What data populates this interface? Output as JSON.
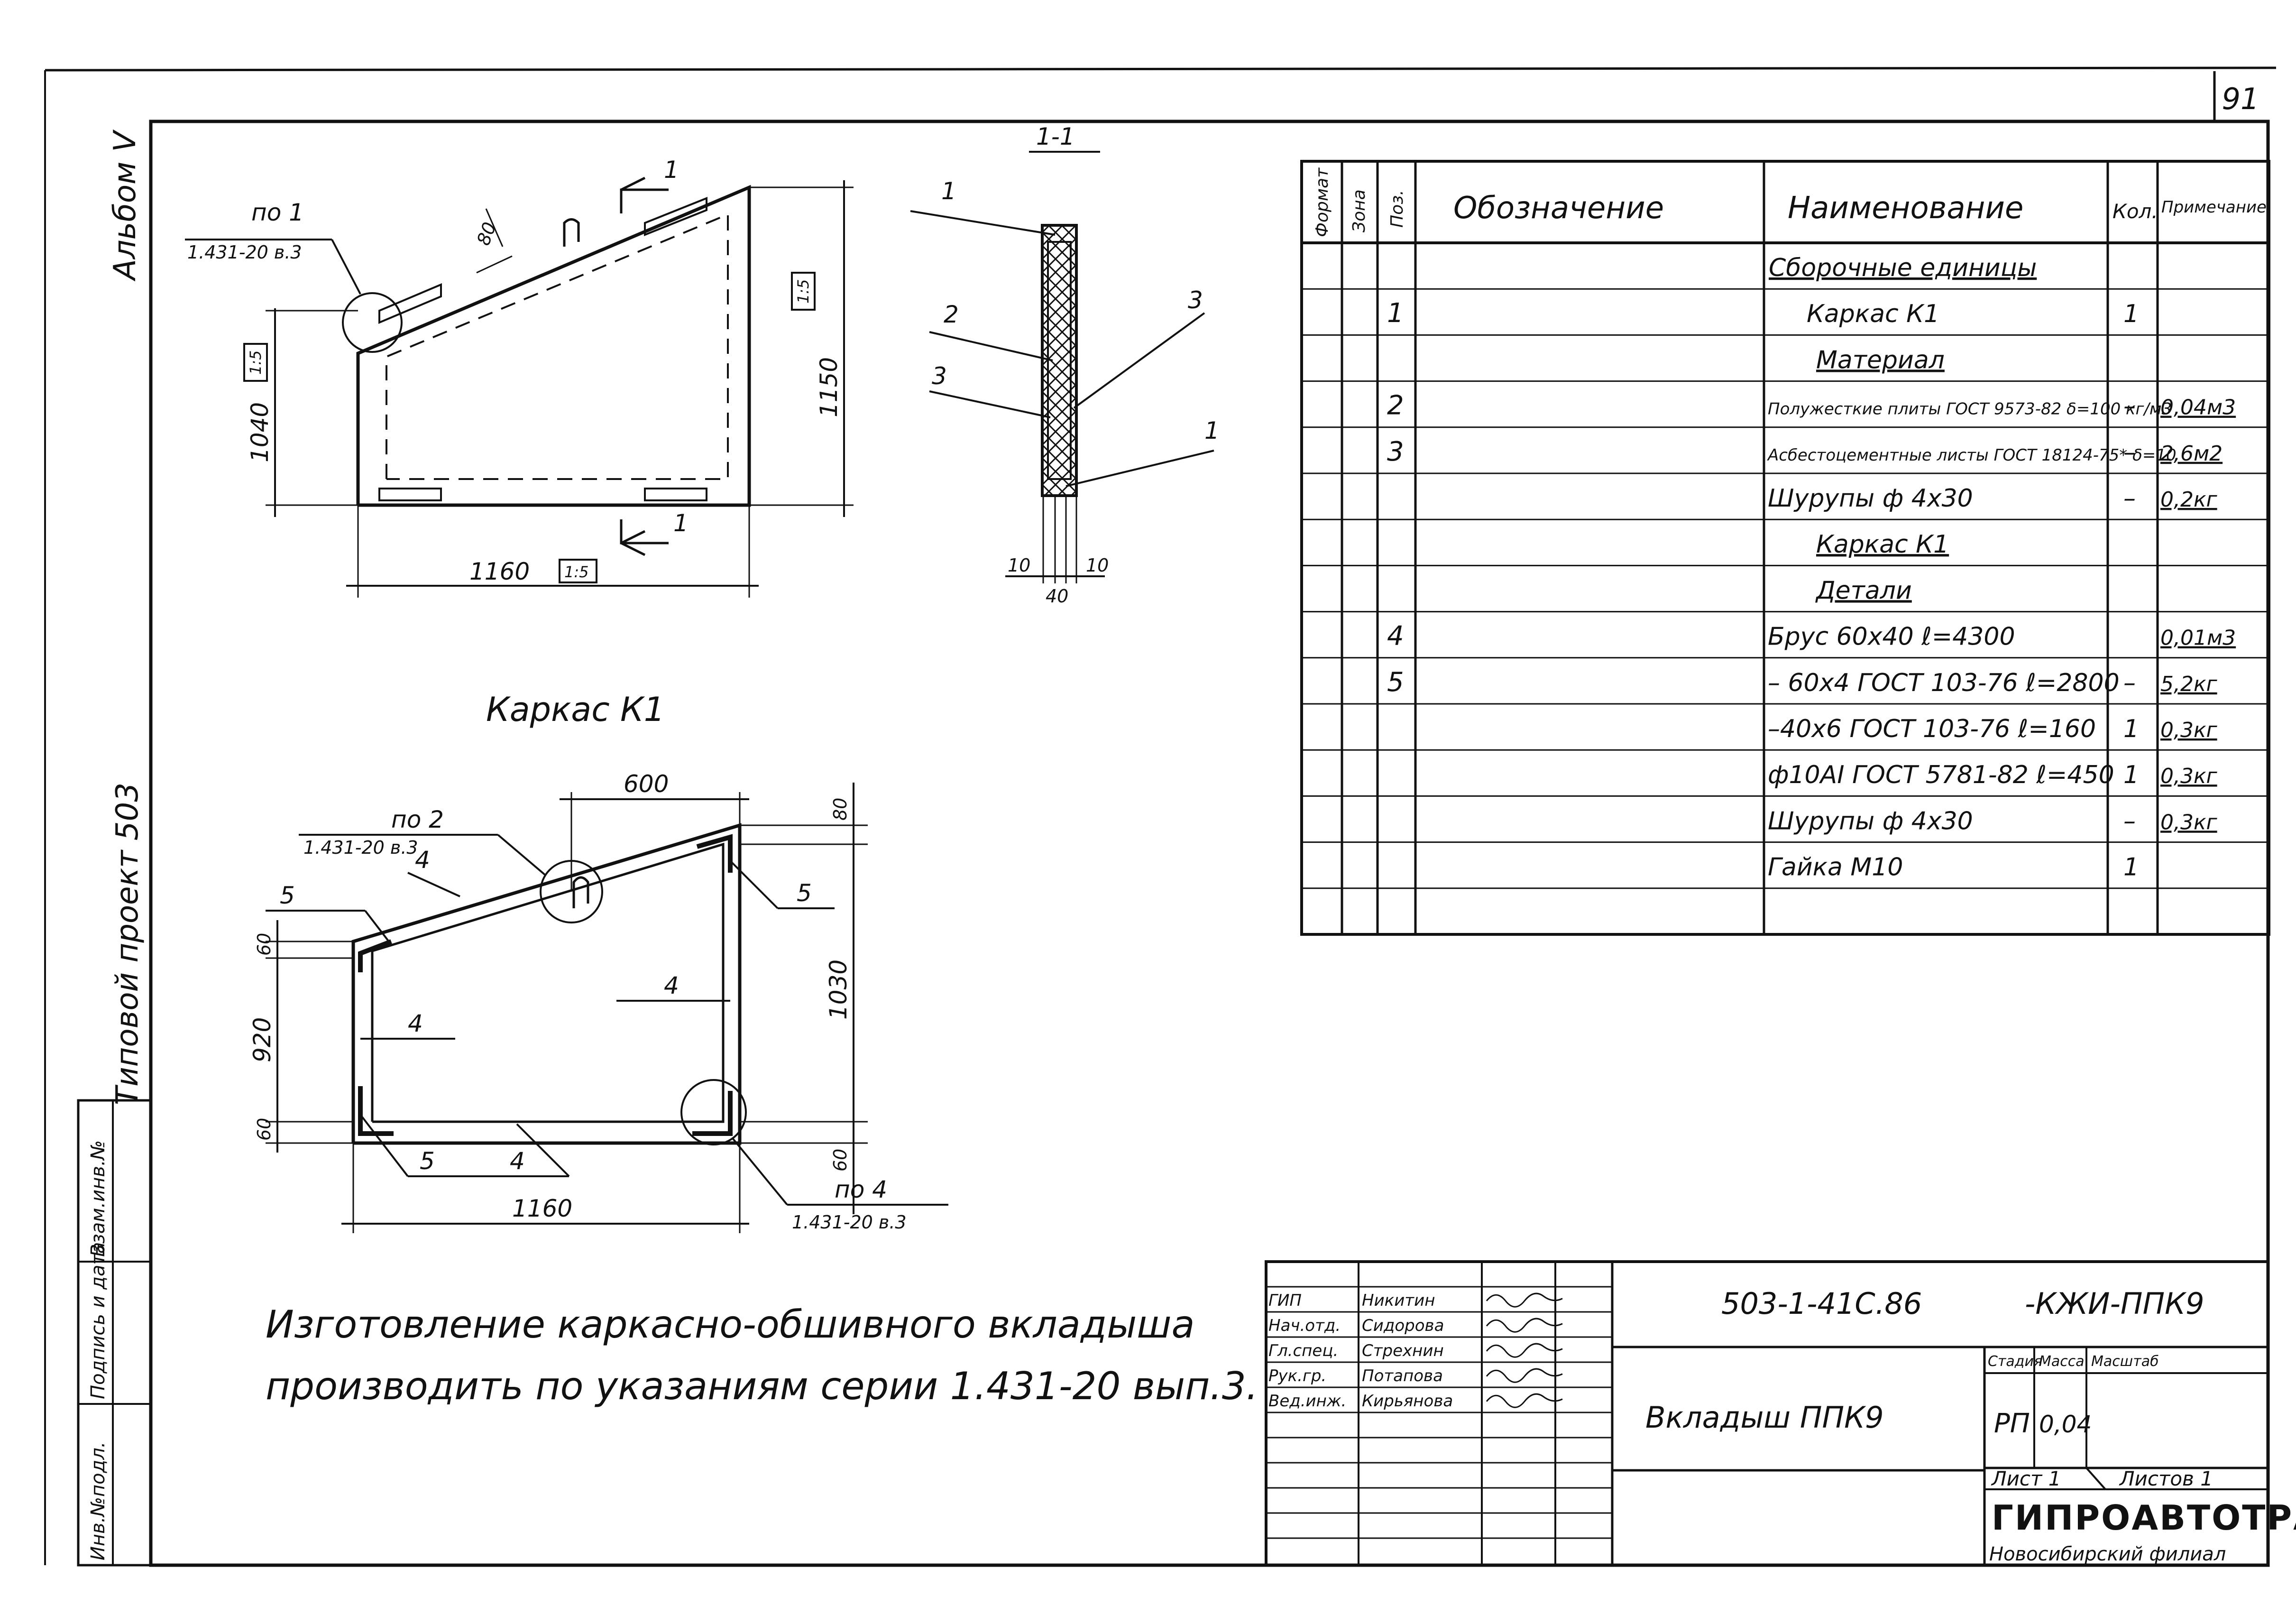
{
  "sheet": {
    "page_number": "91",
    "side_album": "Альбом V",
    "side_project": "Типовой проект 503",
    "side_stamp": [
      "Инв.№подл.",
      "Подпись и дата",
      "Взам.инв.№"
    ]
  },
  "table": {
    "headers": {
      "format": "Формат",
      "zone": "Зона",
      "pos": "Поз.",
      "designation": "Обозначение",
      "name": "Наименование",
      "qty": "Кол.",
      "note": "Примечание"
    },
    "rows": [
      {
        "pos": "",
        "name": "Сборочные единицы",
        "qty": "",
        "note": ""
      },
      {
        "pos": "1",
        "name": "Каркас К1",
        "qty": "1",
        "note": ""
      },
      {
        "pos": "",
        "name": "Материал",
        "qty": "",
        "note": ""
      },
      {
        "pos": "2",
        "name": "Полужесткие плиты ГОСТ 9573-82 δ=100 кг/м3",
        "qty": "–",
        "note": "0,04м3"
      },
      {
        "pos": "3",
        "name": "Асбестоцементные листы ГОСТ 18124-75* δ=10",
        "qty": "–",
        "note": "2,6м2"
      },
      {
        "pos": "",
        "name": "Шурупы ф 4х30",
        "qty": "–",
        "note": "0,2кг"
      },
      {
        "pos": "",
        "name": "Каркас К1",
        "qty": "",
        "note": ""
      },
      {
        "pos": "",
        "name": "Детали",
        "qty": "",
        "note": ""
      },
      {
        "pos": "4",
        "name": "Брус 60х40 ℓ=4300",
        "qty": "",
        "note": "0,01м3"
      },
      {
        "pos": "5",
        "name": "– 60х4 ГОСТ 103-76 ℓ=2800",
        "qty": "–",
        "note": "5,2кг"
      },
      {
        "pos": "",
        "name": "–40х6 ГОСТ 103-76 ℓ=160",
        "qty": "1",
        "note": "0,3кг"
      },
      {
        "pos": "",
        "name": "ф10АI ГОСТ 5781-82 ℓ=450",
        "qty": "1",
        "note": "0,3кг"
      },
      {
        "pos": "",
        "name": "Шурупы ф 4х30",
        "qty": "–",
        "note": "0,3кг"
      },
      {
        "pos": "",
        "name": "Гайка М10",
        "qty": "1",
        "note": ""
      },
      {
        "pos": "",
        "name": "",
        "qty": "",
        "note": ""
      }
    ]
  },
  "drawing_top": {
    "callout_ref": "по 1",
    "callout_doc": "1.431-20 в.3",
    "dim_80": "80",
    "dim_1040": "1040",
    "dim_1150": "1150",
    "dim_1160": "1160",
    "scale_tag": "1:5",
    "section_mark": "1"
  },
  "section": {
    "title": "1-1",
    "labels": [
      "1",
      "2",
      "3",
      "3",
      "1"
    ],
    "dim_10a": "10",
    "dim_10b": "10",
    "dim_40": "40"
  },
  "drawing_frame": {
    "title": "Каркас К1",
    "dim_600": "600",
    "dim_80": "80",
    "callout2_ref": "по 2",
    "callout2_doc": "1.431-20 в.3",
    "label_5a": "5",
    "label_4a": "4",
    "label_5b": "5",
    "dim_60a": "60",
    "dim_920": "920",
    "label_4b": "4",
    "label_4c": "4",
    "dim_1030": "1030",
    "dim_60b": "60",
    "dim_60c": "60",
    "label_5c": "5",
    "label_4d": "4",
    "dim_1160": "1160",
    "callout4_ref": "по 4",
    "callout4_doc": "1.431-20 в.3"
  },
  "note": {
    "line1": "Изготовление каркасно-обшивного вкладыша",
    "line2": "производить по указаниям серии 1.431-20 вып.3."
  },
  "title_block": {
    "doc_code": "503-1-41С.86",
    "doc_suffix": "-КЖИ-ППК9",
    "item_name": "Вкладыш ППК9",
    "stage_label": "Стадия",
    "mass_label": "Масса",
    "scale_label": "Масштаб",
    "stage": "РП",
    "mass": "0,04",
    "sheet_label": "Лист 1",
    "sheets_label": "Листов 1",
    "org": "ГИПРОАВТОТРАНС",
    "org_branch": "Новосибирский филиал",
    "staff": [
      {
        "role": "ГИП",
        "name": "Никитин"
      },
      {
        "role": "Нач.отд.",
        "name": "Сидорова"
      },
      {
        "role": "Гл.спец.",
        "name": "Стрехнин"
      },
      {
        "role": "Рук.гр.",
        "name": "Потапова"
      },
      {
        "role": "Вед.инж.",
        "name": "Кирьянова"
      }
    ]
  }
}
